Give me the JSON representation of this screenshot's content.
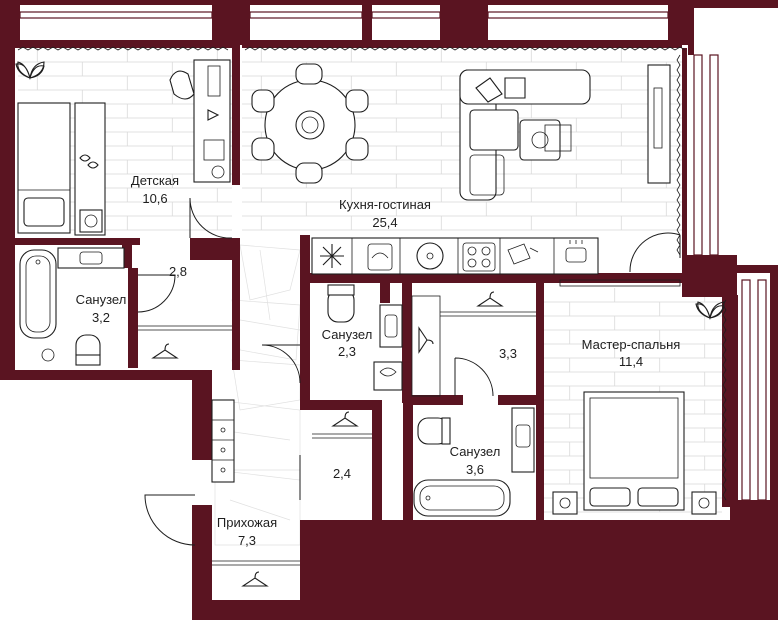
{
  "plan": {
    "rooms": [
      {
        "id": "detskaya",
        "name": "Детская",
        "area": "10,6"
      },
      {
        "id": "kitchen",
        "name": "Кухня-гостиная",
        "area": "25,4"
      },
      {
        "id": "bath1",
        "name": "Санузел",
        "area": "3,2"
      },
      {
        "id": "closet1",
        "name": "",
        "area": "2,8"
      },
      {
        "id": "bath2",
        "name": "Санузел",
        "area": "2,3"
      },
      {
        "id": "corridor",
        "name": "",
        "area": "3,3"
      },
      {
        "id": "master",
        "name": "Мастер-спальня",
        "area": "11,4"
      },
      {
        "id": "closet2",
        "name": "",
        "area": "2,4"
      },
      {
        "id": "bath3",
        "name": "Санузел",
        "area": "3,6"
      },
      {
        "id": "hall",
        "name": "Прихожая",
        "area": "7,3"
      }
    ],
    "colors": {
      "wall": "#5a1421",
      "line": "#1e1e1e",
      "floor_lines": "#d9d9d9",
      "background": "#ffffff"
    },
    "icons": [
      "snowflake-icon",
      "dishwasher-icon",
      "sink-icon",
      "cooktop-icon",
      "hanger-icon",
      "plant-icon",
      "toilet-icon",
      "bathtub-icon",
      "bed-icon",
      "sofa-icon",
      "dining-table-icon",
      "desk-icon",
      "washing-machine-icon"
    ]
  }
}
